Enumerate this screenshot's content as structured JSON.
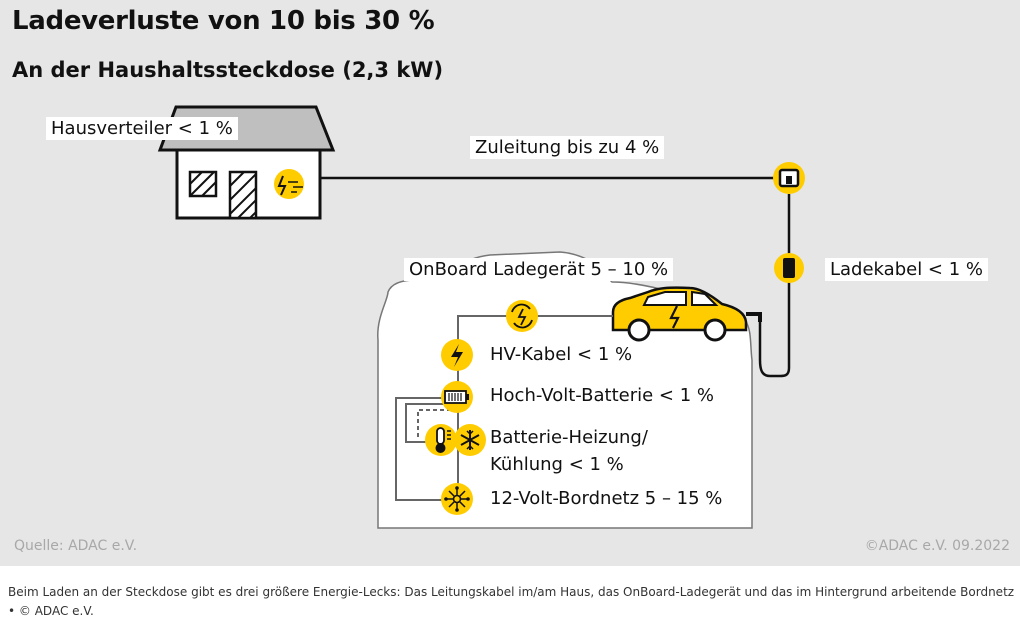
{
  "title": "Ladeverluste von 10 bis 30 %",
  "subtitle": "An der Haushaltssteckdose (2,3 kW)",
  "labels": {
    "hausverteiler": "Hausverteiler < 1 %",
    "zuleitung": "Zuleitung bis zu 4 %",
    "onboard": "OnBoard Ladegerät 5 – 10 %",
    "ladekabel": "Ladekabel < 1 %",
    "hv_kabel": "HV-Kabel < 1 %",
    "batterie": "Hoch-Volt-Batterie < 1 %",
    "heizung_line1": "Batterie-Heizung/",
    "heizung_line2": "Kühlung < 1 %",
    "bordnetz": "12-Volt-Bordnetz 5 – 15 %"
  },
  "footer": {
    "source": "Quelle: ADAC e.V.",
    "copyright": "©ADAC e.V.  09.2022"
  },
  "caption": "Beim Laden an der Steckdose gibt es drei größere Energie-Lecks: Das Leitungskabel im/am Haus, das OnBoard-Ladegerät und das im Hintergrund arbeitende Bordnetz",
  "credit": "• © ADAC e.V.",
  "colors": {
    "accent": "#ffcc00",
    "panel": "#e6e6e6",
    "ink": "#111111"
  },
  "icons": [
    "bolt-icon",
    "charger-icon",
    "battery-icon",
    "thermometer-icon",
    "snowflake-icon",
    "network-icon",
    "socket-icon",
    "plug-icon",
    "car-icon",
    "house-icon"
  ]
}
